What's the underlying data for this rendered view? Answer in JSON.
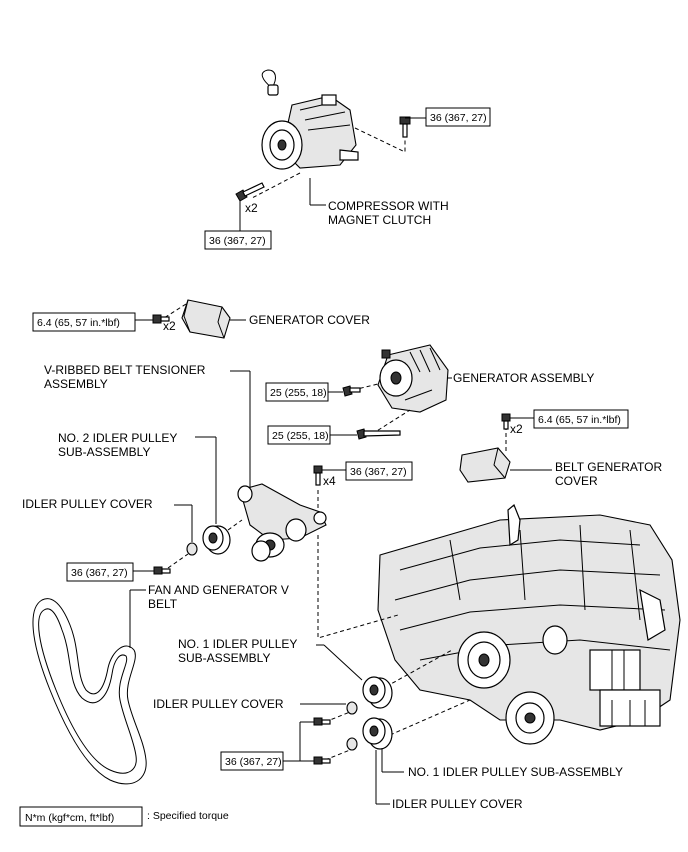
{
  "callouts": {
    "compressor": [
      "COMPRESSOR WITH",
      "MAGNET CLUTCH"
    ],
    "generator_cover": "GENERATOR COVER",
    "generator_assembly": "GENERATOR ASSEMBLY",
    "tensioner": [
      "V-RIBBED BELT TENSIONER",
      "ASSEMBLY"
    ],
    "no2_idler": [
      "NO. 2 IDLER PULLEY",
      "SUB-ASSEMBLY"
    ],
    "idler_cover_upper": "IDLER PULLEY COVER",
    "belt_generator_cover": [
      "BELT GENERATOR",
      "COVER"
    ],
    "fan_belt": [
      "FAN AND GENERATOR V",
      "BELT"
    ],
    "no1_idler_upper": [
      "NO. 1 IDLER PULLEY",
      "SUB-ASSEMBLY"
    ],
    "idler_cover_middle": "IDLER PULLEY COVER",
    "no1_idler_lower": "NO. 1 IDLER PULLEY SUB-ASSEMBLY",
    "idler_cover_lower": "IDLER PULLEY COVER"
  },
  "torques": {
    "t_compressor_upper": "36 (367, 27)",
    "t_compressor_lower": "36 (367, 27)",
    "t_gen_cover": "6.4 (65, 57 in.*lbf)",
    "t_gen_upper": "25 (255, 18)",
    "t_gen_lower": "25 (255, 18)",
    "t_belt_gen_cover": "6.4 (65, 57 in.*lbf)",
    "t_tensioner": "36 (367, 27)",
    "t_idler_cover": "36 (367, 27)",
    "t_no1_idler": "36 (367, 27)"
  },
  "counts": {
    "x2_compressor": "x2",
    "x2_gen_cover": "x2",
    "x2_belt_gen_cover": "x2",
    "x4_tensioner": "x4"
  },
  "legend": {
    "box": "N*m (kgf*cm, ft*lbf)",
    "text": ": Specified torque"
  }
}
